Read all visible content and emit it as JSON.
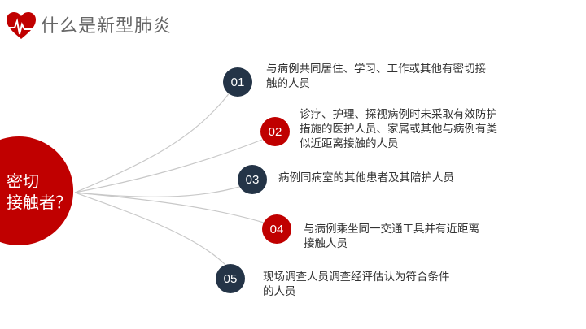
{
  "header": {
    "title": "什么是新型肺炎",
    "logo_icon": "heart-pulse-icon"
  },
  "center": {
    "line1": "密切",
    "line2": "接触者？"
  },
  "colors": {
    "red": "#c00000",
    "navy": "#243447"
  },
  "items": [
    {
      "num": "01",
      "text": "与病例共同居住、学习、工作或其他有密切接触的人员",
      "l1": "与病例共同居住、学习、工作或其他有密切接",
      "l2": "触的人员",
      "l3": ""
    },
    {
      "num": "02",
      "l1": "诊疗、护理、探视病例时未采取有效防护",
      "l2": "措施的医护人员、家属或其他与病例有类",
      "l3": "似近距离接触的人员"
    },
    {
      "num": "03",
      "l1": "病例同病室的其他患者及其陪护人员",
      "l2": "",
      "l3": ""
    },
    {
      "num": "04",
      "l1": "与病例乘坐同一交通工具并有近距离",
      "l2": "接触人员",
      "l3": ""
    },
    {
      "num": "05",
      "l1": "现场调查人员调查经评估认为符合条件",
      "l2": "的人员",
      "l3": ""
    }
  ]
}
